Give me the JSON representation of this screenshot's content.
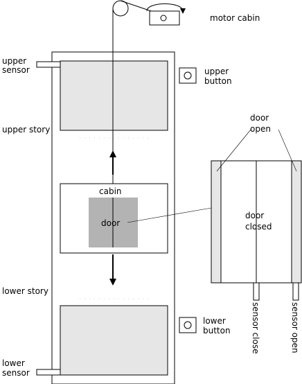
{
  "labels": {
    "motor_cabin": "motor cabin",
    "upper_sensor_line1": "upper",
    "upper_sensor_line2": "sensor",
    "upper_button_line1": "upper",
    "upper_button_line2": "button",
    "upper_story": "upper story",
    "door_open_line1": "door",
    "door_open_line2": "open",
    "cabin": "cabin",
    "door": "door",
    "door_closed_line1": "door",
    "door_closed_line2": "closed",
    "lower_story": "lower story",
    "lower_button_line1": "lower",
    "lower_button_line2": "button",
    "lower_sensor_line1": "lower",
    "lower_sensor_line2": "sensor",
    "sensor_close": "sensor close",
    "sensor_open": "sensor open"
  },
  "colors": {
    "story_fill": "#e6e6e6",
    "door_fill": "#b3b3b3",
    "stroke": "#000000",
    "background": "#ffffff"
  }
}
